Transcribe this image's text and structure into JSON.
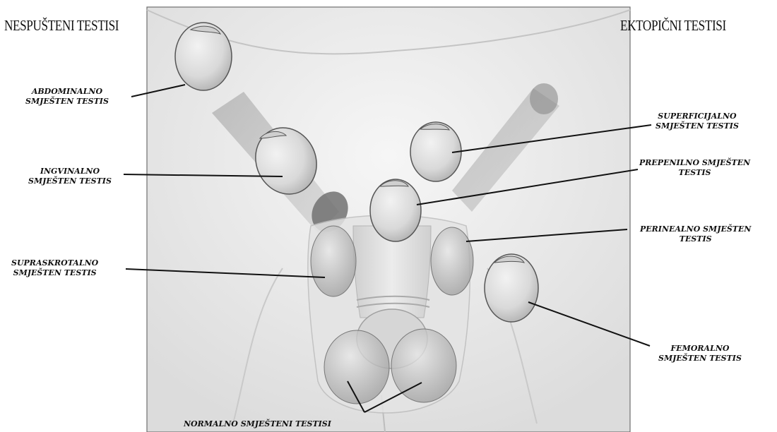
{
  "headings": {
    "left": "NESPUŠTENI TESTISI",
    "right": "EKTOPIČNI TESTISI"
  },
  "labels": {
    "abdominal": "ABDOMINALNO\nSMJEŠTEN TESTIS",
    "inguinal": "INGVINALNO\nSMJEŠTEN TESTIS",
    "suprascrotal": "SUPRASKROTALNO\nSMJEŠTEN TESTIS",
    "superficial": "SUPERFICIJALNO\nSMJEŠTEN TESTIS",
    "prepenile": "PREPENILNO SMJEŠTEN\nTESTIS",
    "perineal": "PERINEALNO SMJEŠTEN\nTESTIS",
    "femoral": "FEMORALNO\nSMJEŠTEN TESTIS",
    "normal": "NORMALNO SMJEŠTENI TESTISI"
  }
}
